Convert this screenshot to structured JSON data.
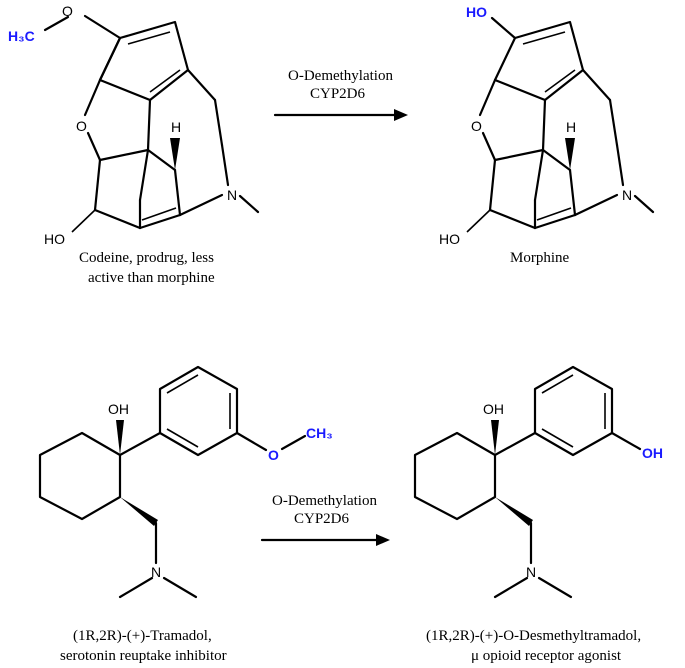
{
  "reactions": [
    {
      "arrow": {
        "line1": "O-Demethylation",
        "line2": "CYP2D6"
      },
      "reactant": {
        "caption_line1": "Codeine, prodrug, less",
        "caption_line2": "active than morphine",
        "labels": {
          "methoxy": "H₃C",
          "ether_o": "O",
          "bridge_o": "O",
          "h": "H",
          "n": "N",
          "ho": "HO"
        }
      },
      "product": {
        "caption_line1": "Morphine",
        "labels": {
          "phenol": "HO",
          "bridge_o": "O",
          "h": "H",
          "n": "N",
          "ho": "HO"
        }
      }
    },
    {
      "arrow": {
        "line1": "O-Demethylation",
        "line2": "CYP2D6"
      },
      "reactant": {
        "caption_line1": "(1R,2R)-(+)-Tramadol,",
        "caption_line2": "serotonin reuptake inhibitor",
        "labels": {
          "oh": "OH",
          "ether_o": "O",
          "methyl": "CH₃",
          "n": "N"
        }
      },
      "product": {
        "caption_line1": "(1R,2R)-(+)-O-Desmethyltramadol,",
        "caption_line2": "μ opioid receptor agonist",
        "labels": {
          "oh": "OH",
          "phenol": "OH",
          "n": "N"
        }
      }
    }
  ],
  "colors": {
    "highlight": "#1a1aff",
    "bond": "#000000"
  }
}
